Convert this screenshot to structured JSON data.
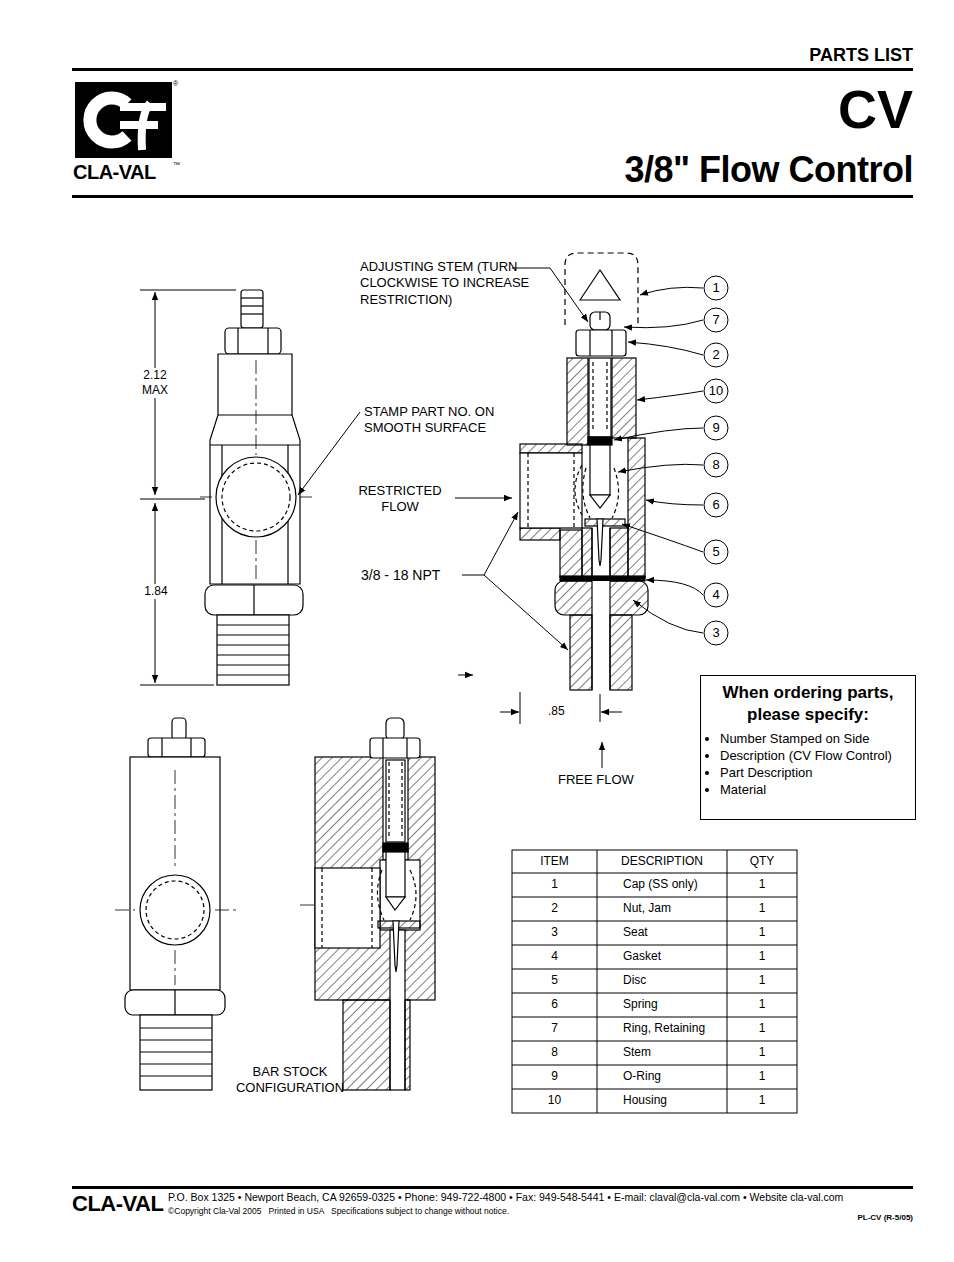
{
  "diagram": {
    "title": "3/8\" Flow Control",
    "nodes": [
      {
        "text": [
          "1"
        ]
      },
      {
        "text": [
          "7"
        ]
      },
      {
        "text": [
          "2"
        ]
      },
      {
        "text": [
          "10"
        ]
      },
      {
        "text": [
          "9"
        ]
      },
      {
        "text": [
          "8"
        ]
      },
      {
        "text": [
          "6"
        ]
      },
      {
        "text": [
          "5"
        ]
      },
      {
        "text": [
          "4"
        ]
      },
      {
        "text": [
          "3"
        ]
      },
      {
        "text": [
          "When ordering parts, please specify:",
          "Number Stamped on Side",
          "Description (CV Flow Control)",
          "Part Description",
          "Material"
        ]
      }
    ],
    "labels": [
      "PARTS LIST",
      "CV",
      "CLA-VAL",
      "®",
      "™",
      "ADJUSTING STEM (TURN CLOCKWISE TO INCREASE RESTRICTION)",
      "2.12 MAX",
      "STAMP PART NO. ON SMOOTH SURFACE",
      "RESTRICTED FLOW",
      "1.84",
      "3/8 - 18 NPT",
      ".85",
      "FREE FLOW",
      "BAR STOCK CONFIGURATION",
      "ITEM",
      "DESCRIPTION",
      "QTY",
      "1",
      "Cap (SS only)",
      "1",
      "2",
      "Nut, Jam",
      "1",
      "3",
      "Seat",
      "1",
      "4",
      "Gasket",
      "1",
      "5",
      "Disc",
      "1",
      "6",
      "Spring",
      "1",
      "7",
      "Ring, Retaining",
      "1",
      "8",
      "Stem",
      "1",
      "9",
      "O-Ring",
      "1",
      "10",
      "Housing",
      "1",
      "CLA-VAL",
      "P.O. Box 1325 • Newport Beach, CA 92659-0325 • Phone: 949-722-4800 • Fax: 949-548-5441 • E-mail: claval@cla-val.com • Website cla-val.com",
      "©Copyright Cla-Val 2005   Printed in USA   Specifications subject to change without notice.",
      "PL-CV (R-5/05)"
    ]
  }
}
